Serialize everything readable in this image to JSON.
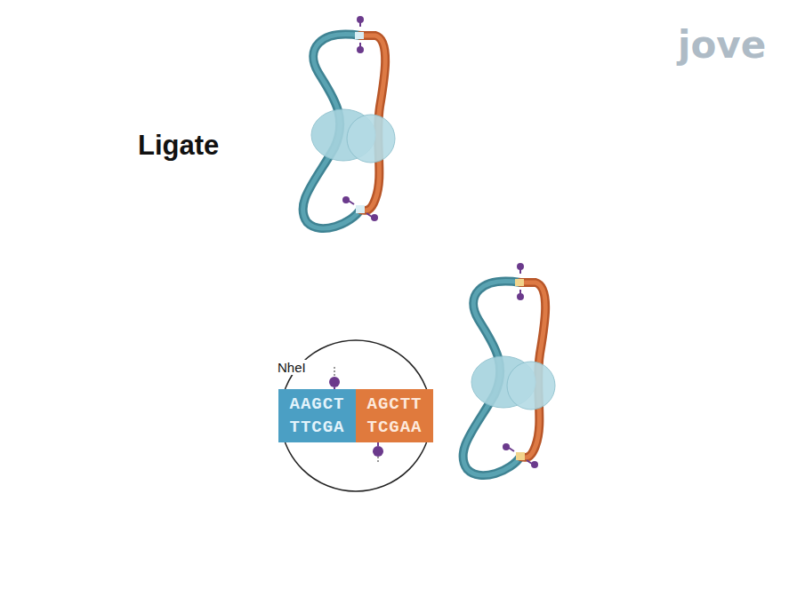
{
  "diagram": {
    "title": "Ligate",
    "nodes": [
      {
        "text": [
          "NheI"
        ]
      },
      {
        "text": [
          "AAGCT",
          "TTCGA"
        ],
        "in": 0
      },
      {
        "text": [
          "AGCTT",
          "TCGAA"
        ],
        "in": 0
      }
    ],
    "labels": [
      "jove"
    ]
  }
}
